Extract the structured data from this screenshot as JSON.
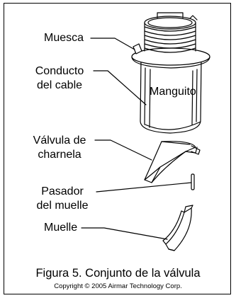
{
  "labels": {
    "muesca": "Muesca",
    "conducto_line1": "Conducto",
    "conducto_line2": "del cable",
    "manguito": "Manguito",
    "valvula_line1": "Válvula de",
    "valvula_line2": "charnela",
    "pasador_line1": "Pasador",
    "pasador_line2": "del muelle",
    "muelle": "Muelle"
  },
  "caption": {
    "title": "Figura 5. Conjunto de la válvula",
    "copyright": "Copyright © 2005 Airmar Technology Corp."
  }
}
